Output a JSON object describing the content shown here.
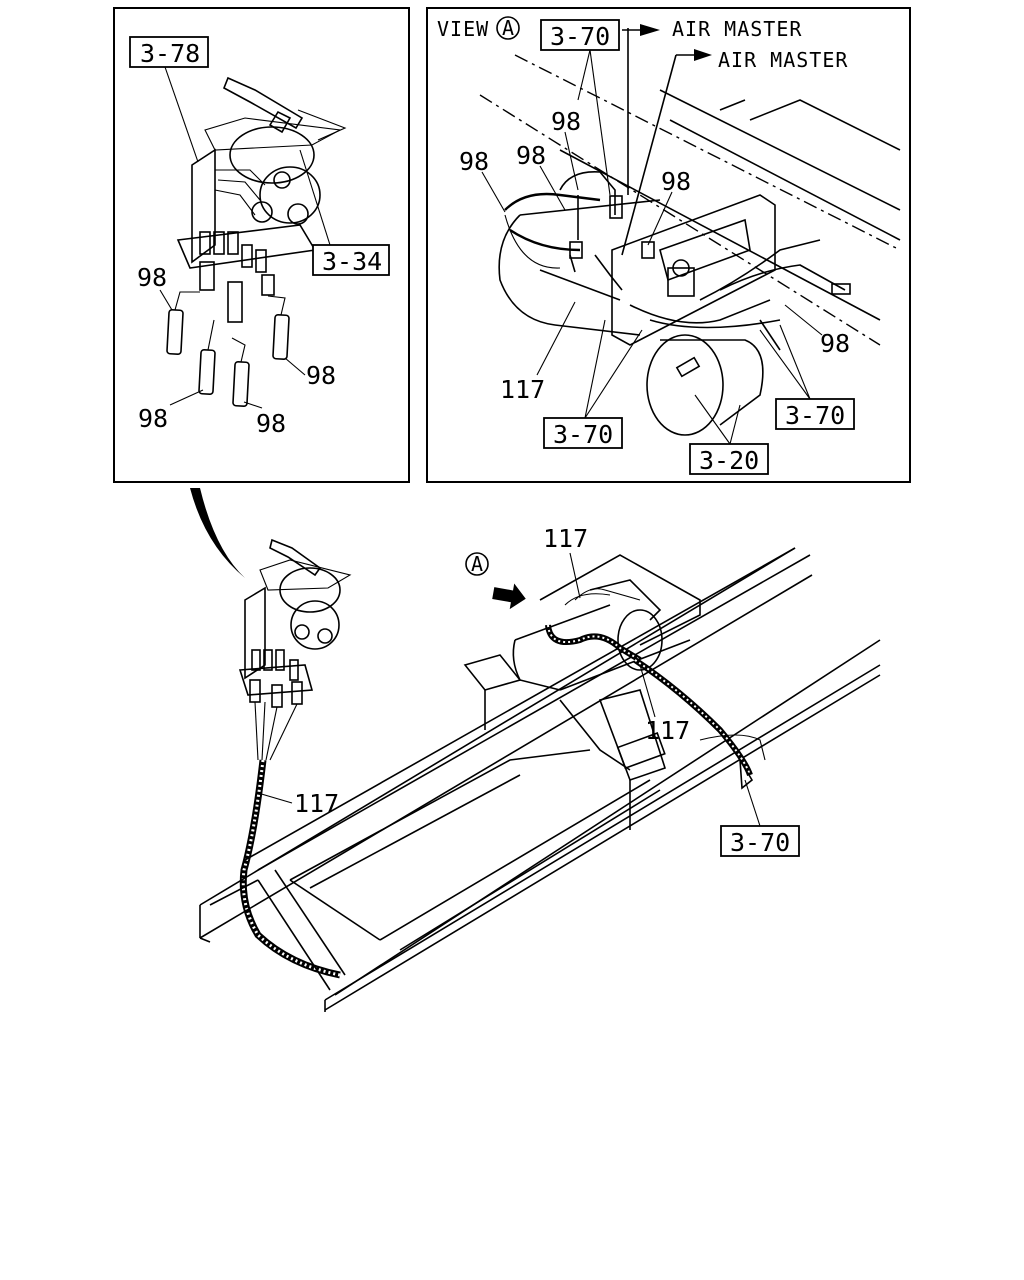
{
  "view_label": "VIEW",
  "view_marker": "A",
  "air_master_1": "AIR MASTER",
  "air_master_2": "AIR MASTER",
  "ref_3_78": "3-78",
  "ref_3_34": "3-34",
  "ref_3_70": "3-70",
  "ref_3_20": "3-20",
  "part_98": "98",
  "part_117": "117",
  "marker_a": "A"
}
